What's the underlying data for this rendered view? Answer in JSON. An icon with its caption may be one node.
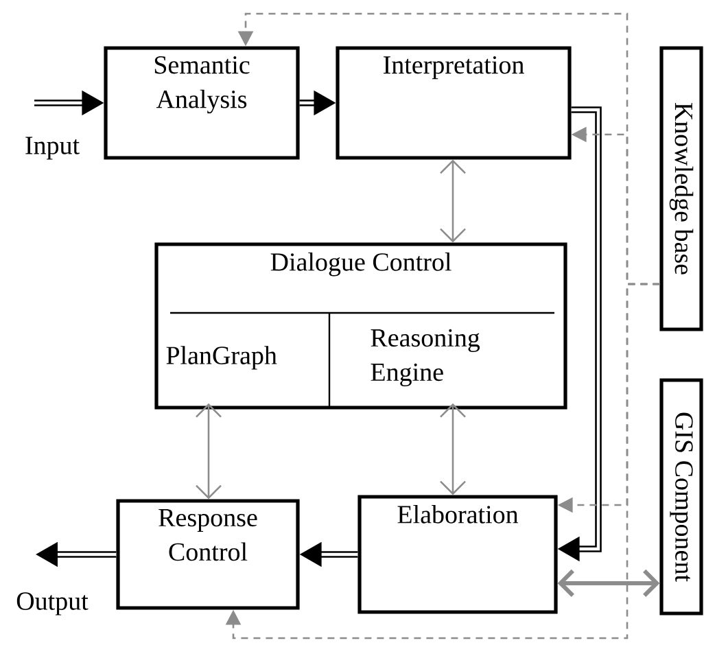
{
  "diagram": {
    "nodes": [
      {
        "text": [
          "Semantic Analysis"
        ]
      },
      {
        "text": [
          "Interpretation"
        ]
      },
      {
        "text": [
          "Dialogue Control"
        ]
      },
      {
        "text": [
          "PlanGraph"
        ],
        "in": 2
      },
      {
        "text": [
          "Reasoning Engine"
        ],
        "in": 2
      },
      {
        "text": [
          "Response Control"
        ]
      },
      {
        "text": [
          "Elaboration"
        ]
      },
      {
        "text": [
          "Knowledge base"
        ]
      },
      {
        "text": [
          "GIS Component"
        ]
      }
    ],
    "edges": [
      {
        "from": null,
        "to": 0,
        "arrow": "to",
        "label": "Input",
        "style": "thick",
        "color": "#000000"
      },
      {
        "from": 0,
        "to": 1,
        "arrow": "to",
        "style": "thick",
        "color": "#000000"
      },
      {
        "from": 1,
        "to": 6,
        "arrow": "to",
        "style": "thick",
        "color": "#000000"
      },
      {
        "from": 6,
        "to": 5,
        "arrow": "to",
        "style": "thick",
        "color": "#000000"
      },
      {
        "from": 5,
        "to": null,
        "arrow": "to",
        "label": "Output",
        "style": "thick",
        "color": "#000000"
      },
      {
        "from": 1,
        "to": 2,
        "arrow": "both"
      },
      {
        "from": 3,
        "to": 5,
        "arrow": "both"
      },
      {
        "from": 4,
        "to": 6,
        "arrow": "both"
      },
      {
        "from": 6,
        "to": 8,
        "arrow": "both",
        "style": "thick"
      },
      {
        "from": 7,
        "to": 0,
        "arrow": "to",
        "style": "dashed"
      },
      {
        "from": 7,
        "to": 1,
        "arrow": "to",
        "style": "dashed"
      },
      {
        "from": 7,
        "to": 6,
        "arrow": "to",
        "style": "dashed"
      },
      {
        "from": 7,
        "to": 5,
        "arrow": "to",
        "style": "dashed"
      }
    ]
  }
}
